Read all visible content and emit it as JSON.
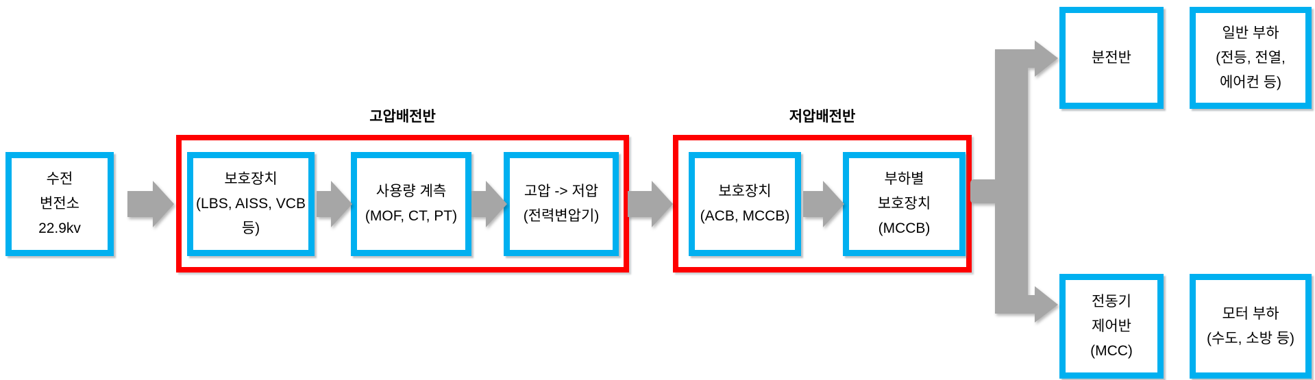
{
  "colors": {
    "box_border": "#00B0F0",
    "group_border": "#FF0000",
    "arrow_fill": "#A6A6A6",
    "text": "#000000"
  },
  "flow": {
    "source": {
      "label": "수전\n변전소\n22.9kv"
    },
    "groups": [
      {
        "title": "고압배전반",
        "boxes": [
          {
            "label": "보호장치\n(LBS, AISS, VCB\n등)"
          },
          {
            "label": "사용량 계측\n(MOF, CT, PT)"
          },
          {
            "label": "고압 -> 저압\n(전력변압기)"
          }
        ]
      },
      {
        "title": "저압배전반",
        "boxes": [
          {
            "label": "보호장치\n(ACB, MCCB)"
          },
          {
            "label": "부하별\n보호장치\n(MCCB)"
          }
        ]
      }
    ],
    "outputs": [
      {
        "label": "분전반"
      },
      {
        "label": "일반 부하\n(전등, 전열,\n에어컨 등)"
      },
      {
        "label": "전동기\n제어반\n(MCC)"
      },
      {
        "label": "모터 부하\n(수도, 소방 등)"
      }
    ]
  }
}
